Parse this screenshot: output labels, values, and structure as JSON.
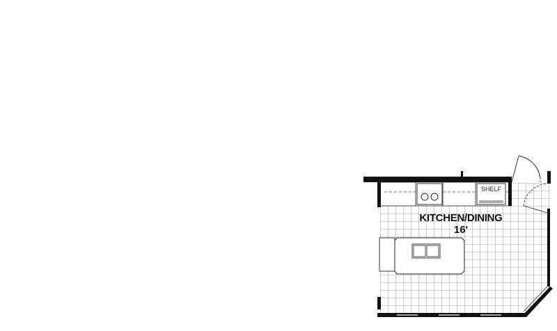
{
  "floor_plan": {
    "room": {
      "name": "KITCHEN/DINING",
      "size": "16'"
    },
    "fixtures": {
      "shelf_label": "SHELF"
    },
    "colors": {
      "wall": "#111111",
      "grid": "#555555",
      "background": "#ffffff"
    }
  }
}
